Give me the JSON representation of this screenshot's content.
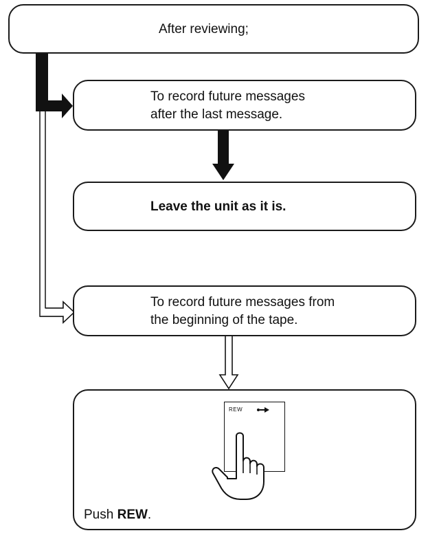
{
  "diagram": {
    "top_box": {
      "text": "After reviewing;"
    },
    "option_last": {
      "line1": "To record future messages",
      "line2": "after the last message."
    },
    "leave_box": {
      "text": "Leave the unit as it is."
    },
    "option_beginning": {
      "line1": "To record future messages from",
      "line2": "the beginning of the tape."
    },
    "push_box": {
      "prefix": "Push ",
      "button_name": "REW",
      "suffix": ".",
      "panel_label": "REW"
    }
  }
}
